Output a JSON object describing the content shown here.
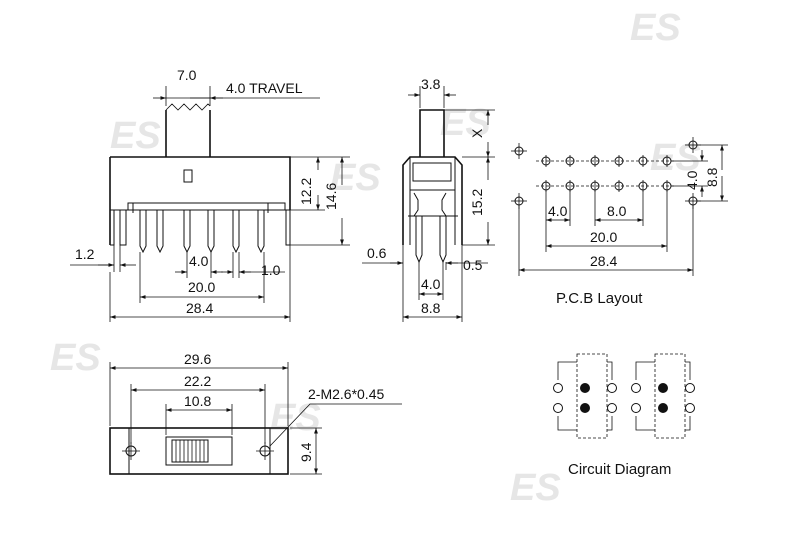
{
  "front_view": {
    "dim_actuator_width": "7.0",
    "dim_travel": "4.0 TRAVEL",
    "dim_body_height": "12.2",
    "dim_total_height": "14.6",
    "dim_pin_offset": "1.2",
    "dim_pin_pitch": "4.0",
    "dim_pin_width": "1.0",
    "dim_outer_pins": "20.0",
    "dim_body_length": "28.4"
  },
  "side_view": {
    "dim_actuator": "3.8",
    "dim_x": "X",
    "dim_height": "15.2",
    "dim_pin_thickness": "0.6",
    "dim_pin_width": "0.5",
    "dim_row_pitch": "4.0",
    "dim_body_width": "8.8"
  },
  "pcb_layout": {
    "label": "P.C.B Layout",
    "dim_row_spacing": "4.0",
    "dim_overall_height": "8.8",
    "dim_pitch": "4.0",
    "dim_span_8": "8.0",
    "dim_span_20": "20.0",
    "dim_span_28": "28.4"
  },
  "bottom_view": {
    "dim_overall": "29.6",
    "dim_holes": "22.2",
    "dim_slot": "10.8",
    "dim_screw": "2-M2.6*0.45",
    "dim_height": "9.4"
  },
  "circuit": {
    "label": "Circuit Diagram"
  },
  "watermark": {
    "logo": "ES"
  }
}
